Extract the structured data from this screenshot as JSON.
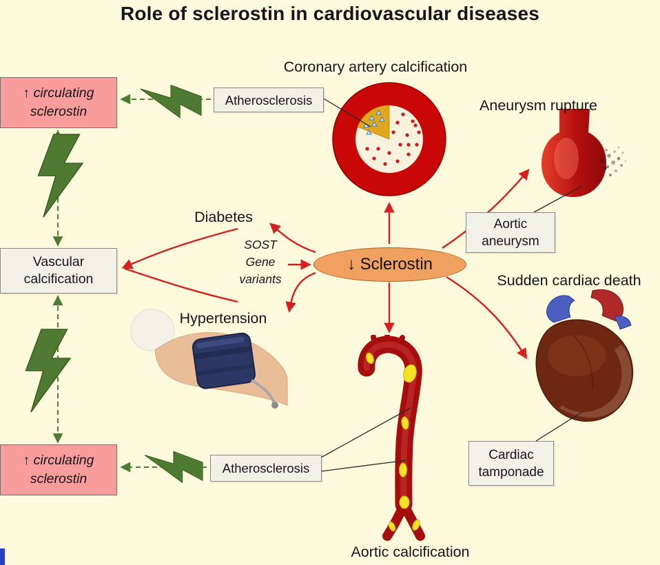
{
  "title": "Role of sclerostin in cardiovascular diseases",
  "center_node": {
    "label": "↓ Sclerostin"
  },
  "section_labels": {
    "coronary_artery_calcification": "Coronary artery calcification",
    "aneurysm_rupture": "Aneurysm rupture",
    "sudden_cardiac_death": "Sudden cardiac death",
    "aortic_calcification": "Aortic calcification"
  },
  "risk_factors": {
    "diabetes": "Diabetes",
    "sost_line1": "SOST",
    "sost_line2": "Gene",
    "sost_line3": "variants",
    "hypertension": "Hypertension"
  },
  "boxes": {
    "atherosclerosis_top": {
      "label": "Atherosclerosis"
    },
    "atherosclerosis_bottom": {
      "label": "Atherosclerosis"
    },
    "aortic_aneurysm": {
      "line1": "Aortic",
      "line2": "aneurysm"
    },
    "cardiac_tamponade": {
      "line1": "Cardiac",
      "line2": "tamponade"
    },
    "vascular_calcification": {
      "line1": "Vascular",
      "line2": "calcification"
    },
    "circulating_sclerostin_top": {
      "line1": "↑ circulating",
      "line2": "sclerostin"
    },
    "circulating_sclerostin_bottom": {
      "line1": "↑ circulating",
      "line2": "sclerostin"
    }
  },
  "colors": {
    "background": "#FCF9DC",
    "pink_box": "#F99C9C",
    "gray_box": "#F1F1E8",
    "center_ellipse": "#F0A15F",
    "arrow_red": "#D71F1F",
    "green": "#4E7B31",
    "text": "#15151D"
  }
}
